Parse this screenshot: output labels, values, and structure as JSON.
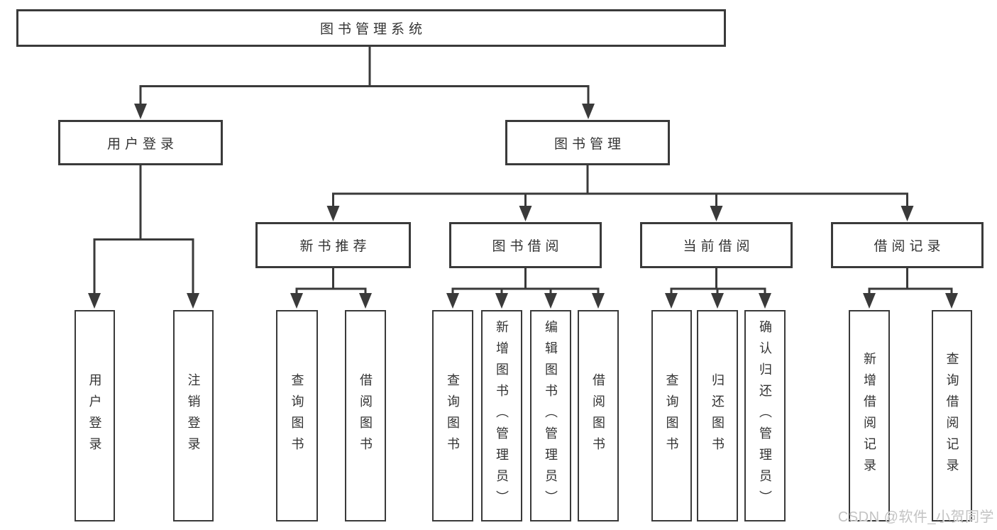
{
  "colors": {
    "line": "#3a3a3a",
    "border": "#3a3a3a",
    "text": "#333333",
    "background": "#ffffff",
    "watermark": "#c3c3c3"
  },
  "watermark": {
    "text": "CSDN @软件_小贺同学"
  },
  "nodes": {
    "root": {
      "label": "图书管理系统"
    },
    "user_login": {
      "label": "用户登录"
    },
    "book_mgmt": {
      "label": "图书管理"
    },
    "new_book_rec": {
      "label": "新书推荐"
    },
    "book_borrow": {
      "label": "图书借阅"
    },
    "current_borrow": {
      "label": "当前借阅"
    },
    "borrow_records": {
      "label": "借阅记录"
    },
    "leaf_user_login": {
      "label": "用户登录"
    },
    "leaf_logout": {
      "label": "注销登录"
    },
    "leaf_nbr_query_book": {
      "label": "查询图书"
    },
    "leaf_nbr_borrow_book": {
      "label": "借阅图书"
    },
    "leaf_bb_query_book": {
      "label": "查询图书"
    },
    "leaf_bb_add_book": {
      "label": "新增图书（管理员）"
    },
    "leaf_bb_edit_book": {
      "label": "编辑图书（管理员）"
    },
    "leaf_bb_borrow_book": {
      "label": "借阅图书"
    },
    "leaf_cb_query_book": {
      "label": "查询图书"
    },
    "leaf_cb_return_book": {
      "label": "归还图书"
    },
    "leaf_cb_confirm_return": {
      "label": "确认归还（管理员）"
    },
    "leaf_br_add_record": {
      "label": "新增借阅记录"
    },
    "leaf_br_query_record": {
      "label": "查询借阅记录"
    }
  },
  "hierarchy": [
    {
      "parent": "图书管理系统",
      "children": [
        "用户登录",
        "图书管理"
      ]
    },
    {
      "parent": "用户登录",
      "children": [
        "用户登录",
        "注销登录"
      ]
    },
    {
      "parent": "图书管理",
      "children": [
        "新书推荐",
        "图书借阅",
        "当前借阅",
        "借阅记录"
      ]
    },
    {
      "parent": "新书推荐",
      "children": [
        "查询图书",
        "借阅图书"
      ]
    },
    {
      "parent": "图书借阅",
      "children": [
        "查询图书",
        "新增图书（管理员）",
        "编辑图书（管理员）",
        "借阅图书"
      ]
    },
    {
      "parent": "当前借阅",
      "children": [
        "查询图书",
        "归还图书",
        "确认归还（管理员）"
      ]
    },
    {
      "parent": "借阅记录",
      "children": [
        "新增借阅记录",
        "查询借阅记录"
      ]
    }
  ]
}
